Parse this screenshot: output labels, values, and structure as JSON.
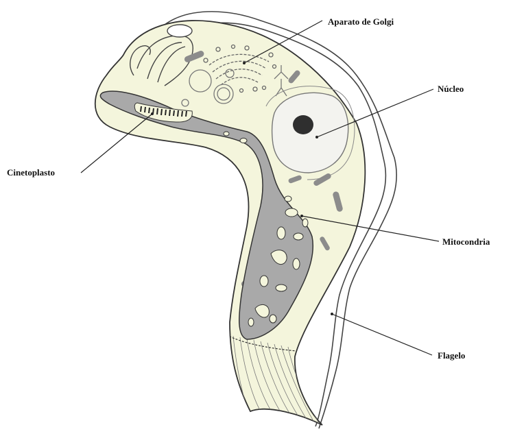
{
  "labels": {
    "golgi": "Aparato de Golgi",
    "nucleo": "Núcleo",
    "cinetoplasto": "Cinetoplasto",
    "mitocondria": "Mitocondria",
    "flagelo": "Flagelo"
  },
  "colors": {
    "cytoplasm": "#f4f5dc",
    "mitochondria": "#a9a9a9",
    "outline": "#333333",
    "vesicle": "#8c8c8c",
    "nucleolus": "#2f2f2f",
    "nucleus_fill": "#f3f3ef"
  }
}
